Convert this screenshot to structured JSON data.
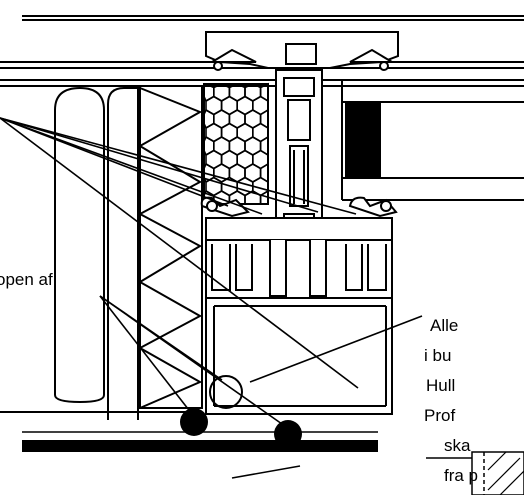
{
  "labels": {
    "left_label": "open af",
    "right_lines": [
      "Alle",
      "i bu",
      "Hull",
      "Prof",
      "ska",
      "fra p"
    ]
  },
  "colors": {
    "stroke": "#000000",
    "background": "#ffffff"
  }
}
